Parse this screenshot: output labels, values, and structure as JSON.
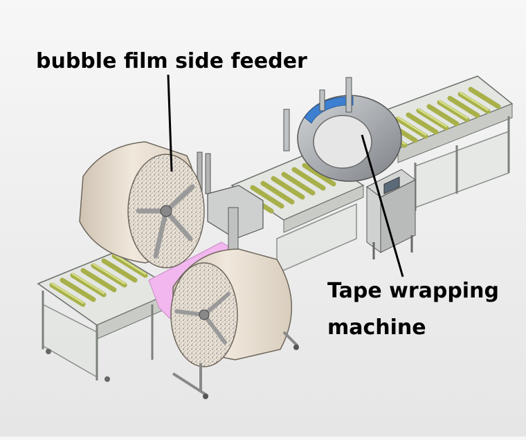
{
  "labels": {
    "side_feeder": "bubble film side feeder",
    "tape_line1": "Tape wrapping",
    "tape_line2": "machine"
  },
  "colors": {
    "roller": "#c8cf6e",
    "frame": "#d9dcd7",
    "frame_dark": "#9aa09a",
    "film_roll": "#e6ded2",
    "wrap_ring": "#b9bcbf",
    "ring_accent": "#3d7fd0",
    "pink_film": "#f1b7ee"
  }
}
